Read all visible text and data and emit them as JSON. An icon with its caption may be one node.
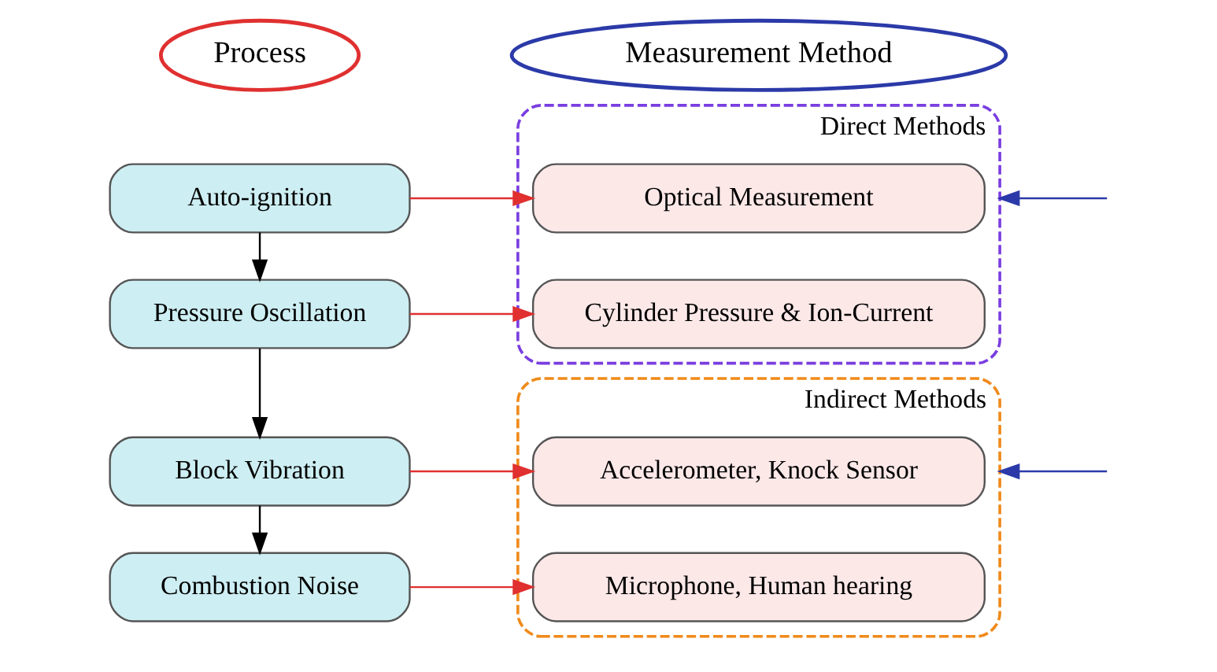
{
  "diagram": {
    "nodes": [
      {
        "text": [
          "Process"
        ]
      },
      {
        "text": [
          "Measurement Method"
        ]
      },
      {
        "text": [
          "Auto-ignition"
        ]
      },
      {
        "text": [
          "Pressure Oscillation"
        ]
      },
      {
        "text": [
          "Block Vibration"
        ]
      },
      {
        "text": [
          "Combustion Noise"
        ]
      },
      {
        "text": [
          "Direct Methods"
        ]
      },
      {
        "text": [
          "Optical Measurement"
        ],
        "in": 6
      },
      {
        "text": [
          "Cylinder Pressure & Ion-Current"
        ],
        "in": 6
      },
      {
        "text": [
          "Indirect Methods"
        ]
      },
      {
        "text": [
          "Accelerometer, Knock Sensor"
        ],
        "in": 9
      },
      {
        "text": [
          "Microphone, Human hearing"
        ],
        "in": 9
      }
    ],
    "edges": [
      {
        "from": 2,
        "to": 3,
        "arrow": "to",
        "color": "#000000"
      },
      {
        "from": 3,
        "to": 4,
        "arrow": "to",
        "color": "#000000"
      },
      {
        "from": 4,
        "to": 5,
        "arrow": "to",
        "color": "#000000"
      },
      {
        "from": 2,
        "to": 7,
        "arrow": "to"
      },
      {
        "from": 3,
        "to": 8,
        "arrow": "to"
      },
      {
        "from": 4,
        "to": 10,
        "arrow": "to"
      },
      {
        "from": 5,
        "to": 11,
        "arrow": "to"
      },
      {
        "from": null,
        "to": 6,
        "arrow": "to",
        "color": "#2b3aa8"
      },
      {
        "from": null,
        "to": 9,
        "arrow": "to",
        "color": "#2b3aa8"
      }
    ]
  }
}
